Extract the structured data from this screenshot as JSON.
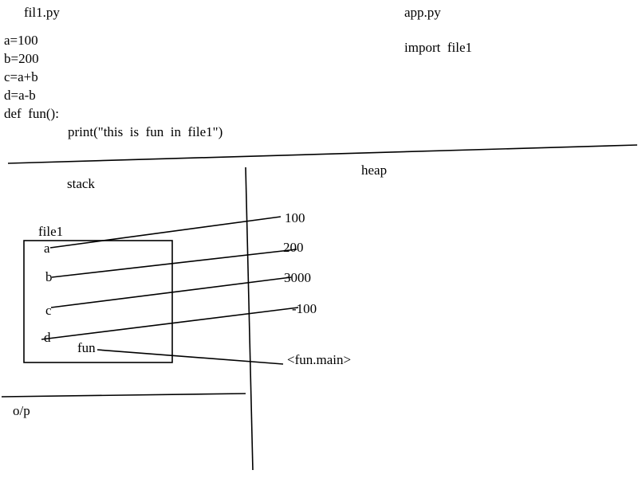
{
  "colors": {
    "background": "#ffffff",
    "ink": "#000000"
  },
  "files": {
    "left_filename": "fil1.py",
    "left_code": [
      "a=100",
      "b=200",
      "c=a+b",
      "d=a-b",
      "def  fun():",
      "print(\"this  is  fun  in  file1\")"
    ],
    "right_filename": "app.py",
    "right_code": "import  file1"
  },
  "memory": {
    "stack_label": "stack",
    "heap_label": "heap",
    "frame_label": "file1",
    "stack_vars": [
      "a",
      "b",
      "c",
      "d",
      "fun"
    ],
    "heap_values": [
      "100",
      "200",
      "3000",
      "-100",
      "<fun.main>"
    ]
  },
  "output": {
    "label": "o/p"
  }
}
